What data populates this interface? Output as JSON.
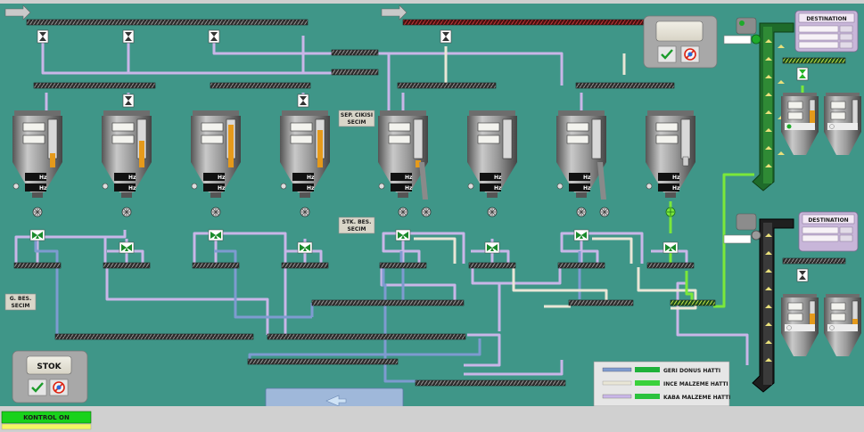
{
  "labels": {
    "sep_cikisi_secim": [
      "SEP. CIKISI",
      "SECIM"
    ],
    "stk_bes_secim": [
      "STK. BES.",
      "SECIM"
    ],
    "g_bes_secim": [
      "G. BES.",
      "SECIM"
    ]
  },
  "stok": {
    "label": "STOK"
  },
  "destination": {
    "top": "DESTINATION",
    "bottom": "DESTINATION"
  },
  "hz_unit": "Hz",
  "legend": [
    {
      "text": "GERI DONUS HATTI",
      "line_color": "#7e9bd0",
      "bar_color": "#1fb13a"
    },
    {
      "text": "INCE MALZEME HATTI",
      "line_color": "#e9e6d6",
      "bar_color": "#3ad13b"
    },
    {
      "text": "KABA MALZEME HATTI",
      "line_color": "#c9b6e8",
      "bar_color": "#2bc23d"
    }
  ],
  "status": {
    "kontrol": "KONTROL ON"
  },
  "colors": {
    "background": "#3f9688",
    "pipe_lavender": "#c9b6e8",
    "pipe_blue": "#7e9bd0",
    "pipe_cream": "#e9e6d6",
    "pipe_green": "#7be83a",
    "level_orange": "#e59a1b",
    "status_green": "#19d21b"
  }
}
